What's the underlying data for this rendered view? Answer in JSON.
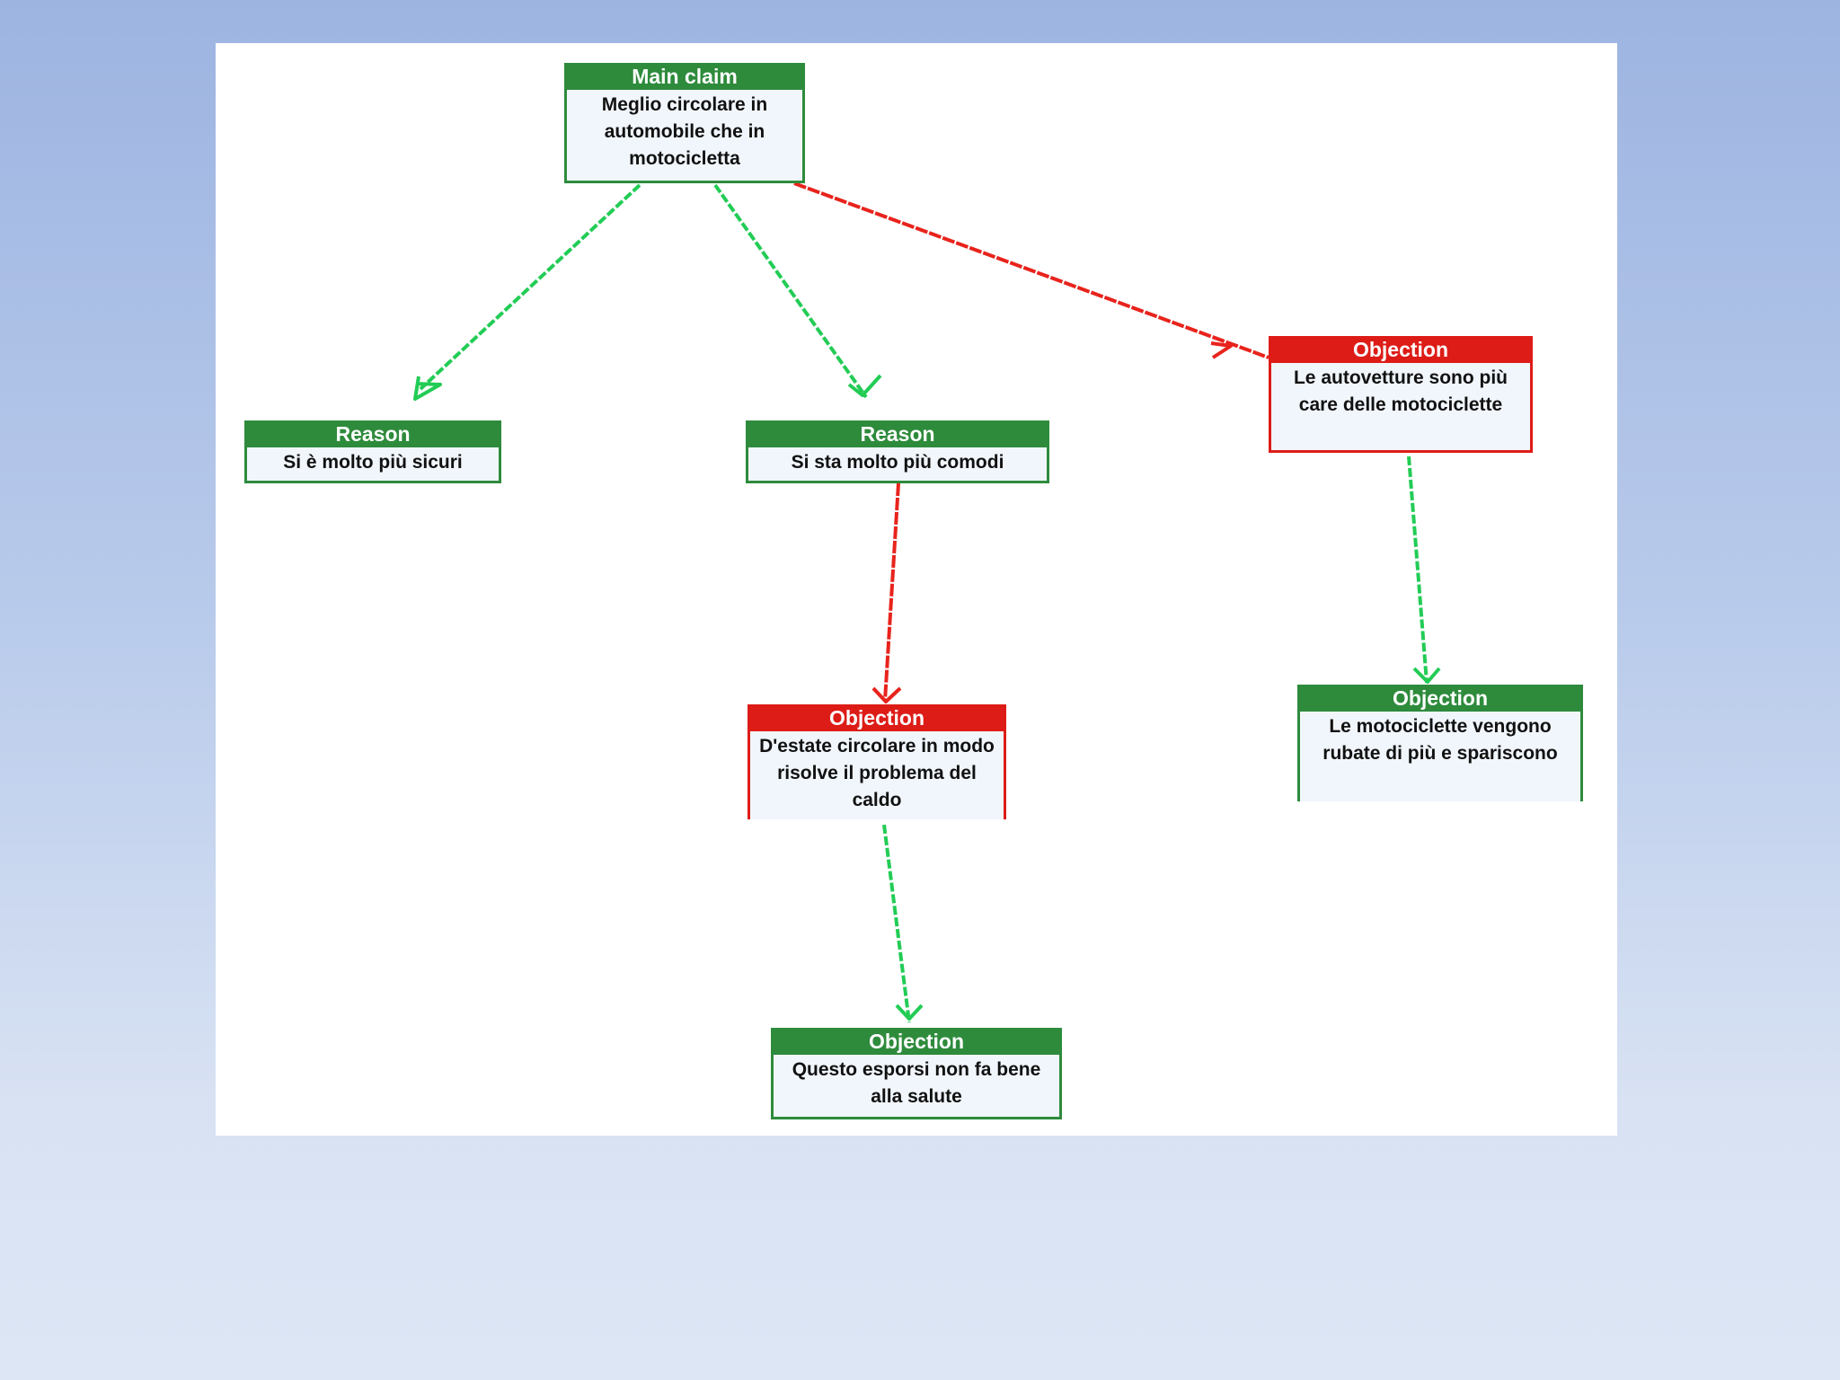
{
  "colors": {
    "support": "#2e8b3c",
    "support_arrow": "#22cc55",
    "objection": "#dd1c17",
    "objection_arrow": "#e8231c"
  },
  "nodes": {
    "main": {
      "title": "Main claim",
      "text": "Meglio circolare in automobile che in motocicletta"
    },
    "reason1": {
      "title": "Reason",
      "text": "Si è molto più sicuri"
    },
    "reason2": {
      "title": "Reason",
      "text": "Si sta molto più comodi"
    },
    "objection_cost": {
      "title": "Objection",
      "text": "Le autovetture sono più care delle motociclette"
    },
    "objection_heat": {
      "title": "Objection",
      "text": "D'estate circolare in modo risolve il problema del caldo"
    },
    "objection_theft": {
      "title": "Objection",
      "text": "Le motociclette vengono rubate di più e spariscono"
    },
    "objection_health": {
      "title": "Objection",
      "text": "Questo esporsi non fa bene alla salute"
    }
  },
  "edges": [
    {
      "from": "main",
      "to": "reason1",
      "kind": "support"
    },
    {
      "from": "main",
      "to": "reason2",
      "kind": "support"
    },
    {
      "from": "main",
      "to": "objection_cost",
      "kind": "objection"
    },
    {
      "from": "reason2",
      "to": "objection_heat",
      "kind": "objection"
    },
    {
      "from": "objection_cost",
      "to": "objection_theft",
      "kind": "support"
    },
    {
      "from": "objection_heat",
      "to": "objection_health",
      "kind": "support"
    }
  ]
}
